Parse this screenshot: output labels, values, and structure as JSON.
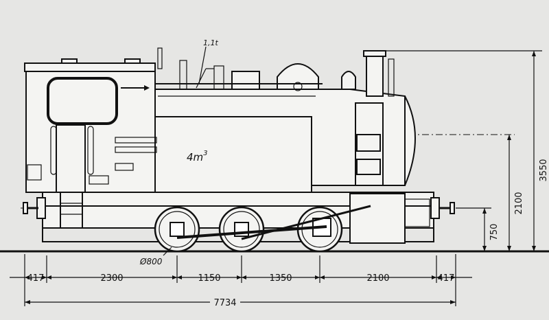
{
  "labels": {
    "pipe_size": "1,1t",
    "tank_capacity_base": "4m",
    "tank_capacity_exp": "3",
    "wheel_diameter": "Ø800"
  },
  "dimensions": {
    "horizontal": [
      "417",
      "2300",
      "1150",
      "1350",
      "2100",
      "417"
    ],
    "overall_length": "7734",
    "buffer_height": "750",
    "boiler_axis_height": "2100",
    "total_height": "3550"
  }
}
